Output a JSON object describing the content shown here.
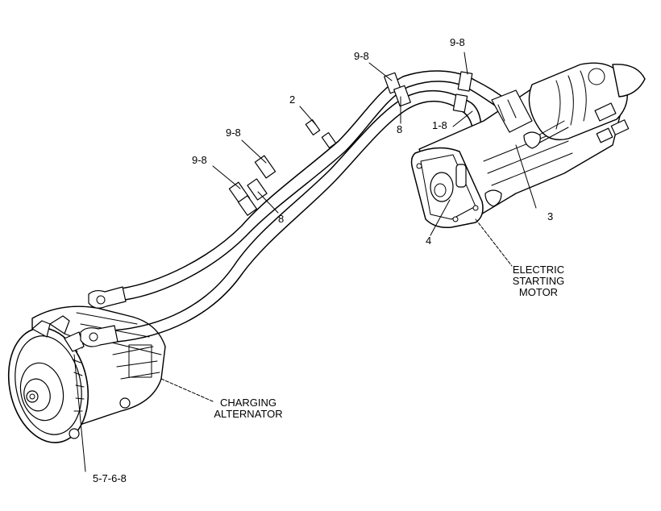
{
  "callouts": {
    "c_2": "2",
    "c_98_a": "9-8",
    "c_98_b": "9-8",
    "c_98_c": "9-8",
    "c_98_d": "9-8",
    "c_8_a": "8",
    "c_8_b": "8",
    "c_18": "1-8",
    "c_3": "3",
    "c_4": "4",
    "c_5768": "5-7-6-8"
  },
  "components": {
    "starter_line1": "ELECTRIC",
    "starter_line2": "STARTING",
    "starter_line3": "MOTOR",
    "alternator_line1": "CHARGING",
    "alternator_line2": "ALTERNATOR"
  }
}
